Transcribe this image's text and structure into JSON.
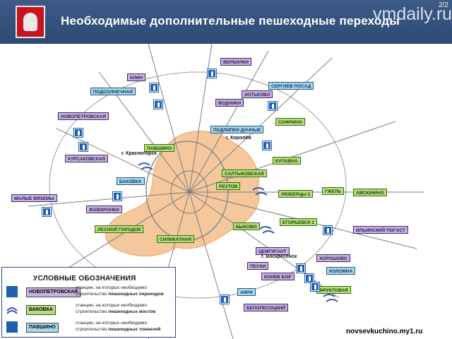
{
  "header": {
    "title": "Необходимые  дополнительные пешеходные переходы",
    "watermark": "vmdaily.ru",
    "page_number": "2/2"
  },
  "map": {
    "purple_labels": [
      "ВЕРБИЛКИ",
      "КЛИН",
      "ХОТЬКОВО",
      "ВОДНИКИ",
      "НОВОПЕТРОВСКАЯ",
      "КУРСАКОВСКАЯ",
      "МАЛЫЕ ВЯЗЕМЫ",
      "ЖАВОРОНКИ",
      "ИЛЬИНСКИЙ ПОГОСТ",
      "ЦЕМГИГАНТ",
      "ПЕСКИ",
      "КОНЕВ БОР",
      "БЕЛОПЕСОЦКИЙ",
      "ХОРОШОВО"
    ],
    "blue_labels": [
      "СЕРГИЕВ ПОСАД",
      "ПОДСОЛНЕЧНАЯ",
      "ПОДЛИПКИ ДАЧНЫЕ",
      "БАКОВКА",
      "КОЛОМНА",
      "АКРИ"
    ],
    "green_labels": [
      "СОФРИНО",
      "ПАВШИНО",
      "КУПАВНА",
      "САЛТЫКОВСКАЯ",
      "РЕУТОВ",
      "ЛЮБЕРЦЫ 2",
      "ГЖЕЛЬ",
      "АВСЮНИНО",
      "ЛЕСНОЙ ГОРОДОК",
      "БЫКОВО",
      "ЕГОРЬЕВСК 2",
      "СИЛИКАТНАЯ",
      "ФРУКТОВАЯ"
    ],
    "cities": [
      "г. Королёв",
      "г. Красногорск",
      "г. Воскресенск"
    ]
  },
  "legend": {
    "title": "УСЛОВНЫЕ ОБОЗНАЧЕНИЯ",
    "rows": [
      {
        "label": "НОВОПЕТРОВСКАЯ",
        "desc_a": "станции, на которых необходимо",
        "desc_b": "строительство ",
        "desc_c": "пешеходных переходов",
        "color": "#c7b4e2"
      },
      {
        "label": "БАКОВКА",
        "desc_a": "станции, на которых необходимо",
        "desc_b": "строительство ",
        "desc_c": "пешеходных мостов",
        "color": "#b4de7a"
      },
      {
        "label": "ПАВШИНО",
        "desc_a": "станции, на которых необходимо",
        "desc_b": "строительство ",
        "desc_c": "пешеходных тоннелей",
        "color": "#a9d8f0"
      }
    ]
  },
  "footer": {
    "text": "novsevkuchino.my1.ru"
  }
}
